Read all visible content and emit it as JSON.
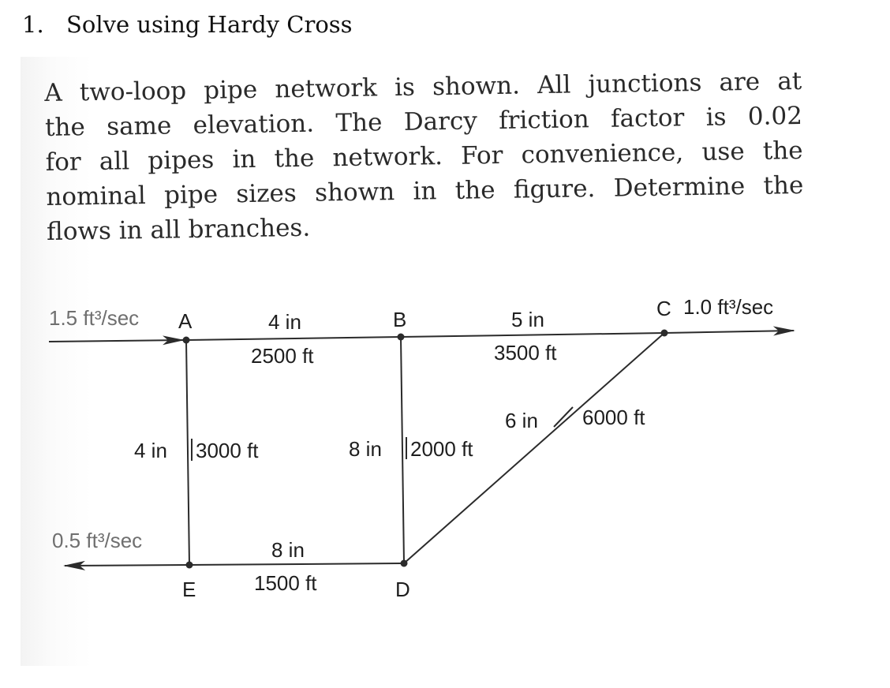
{
  "question": {
    "number": "1.",
    "title": "Solve using Hardy Cross"
  },
  "problem": {
    "lines": [
      "A two-loop pipe network is shown. All junctions are at",
      "the same elevation. The Darcy friction factor is 0.02",
      "for all pipes in the network. For convenience, use the",
      "nominal pipe sizes shown in the figure. Determine the",
      "flows in all branches."
    ]
  },
  "diagram": {
    "nodes": {
      "A": "A",
      "B": "B",
      "C": "C",
      "D": "D",
      "E": "E"
    },
    "flows": {
      "inflow_A": "1.5 ft³/sec",
      "outflow_C": "1.0 ft³/sec",
      "outflow_E": "0.5 ft³/sec"
    },
    "pipes": {
      "AB": {
        "diameter": "4 in",
        "length": "2500 ft"
      },
      "BC": {
        "diameter": "5 in",
        "length": "3500 ft"
      },
      "AE": {
        "diameter": "4 in",
        "length": "3000 ft"
      },
      "BD": {
        "diameter": "8 in",
        "length": "2000 ft"
      },
      "CD": {
        "diameter": "6 in",
        "length": "6000 ft"
      },
      "ED": {
        "diameter": "8 in",
        "length": "1500 ft"
      }
    },
    "line_color": "#2b2b2b"
  }
}
